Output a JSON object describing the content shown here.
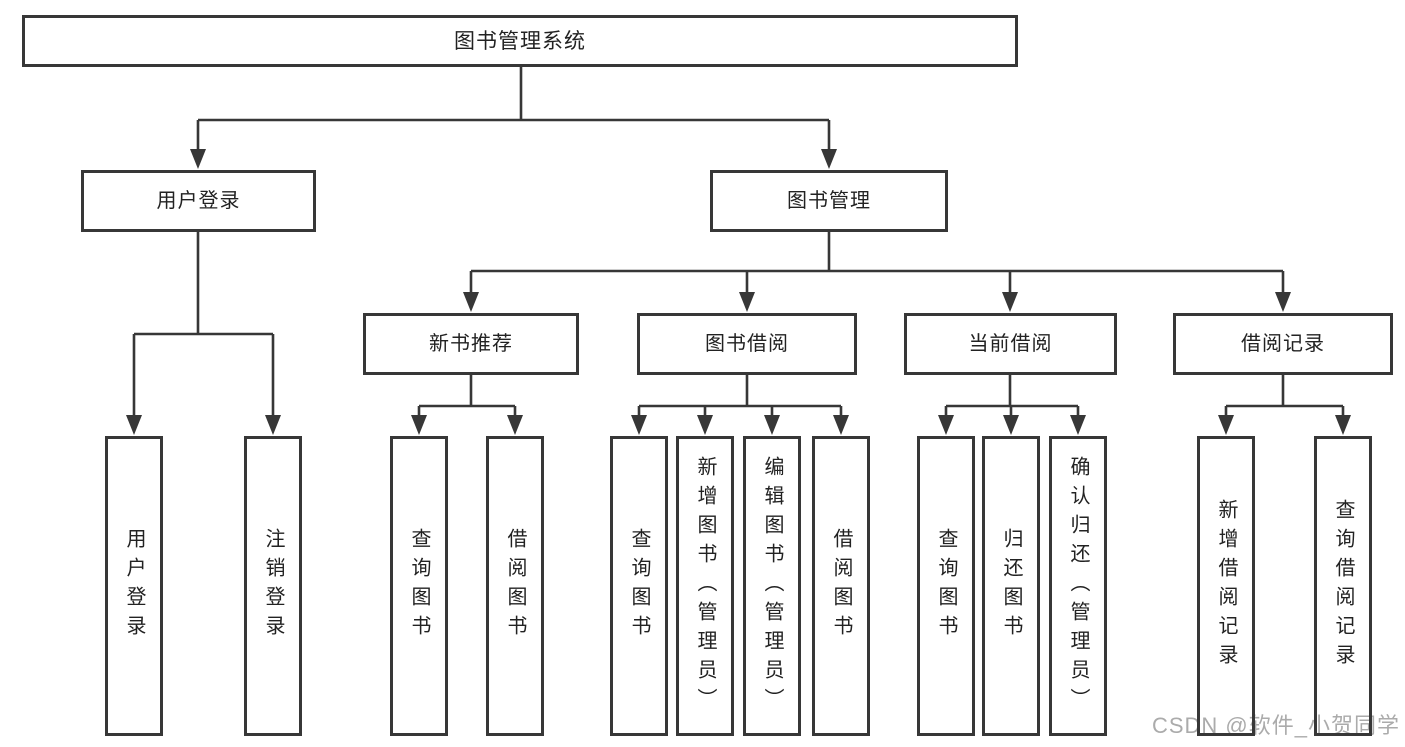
{
  "tree": {
    "root": {
      "label": "图书管理系统"
    },
    "branches": [
      {
        "label": "用户登录",
        "children": [
          {
            "label": "用户登录"
          },
          {
            "label": "注销登录"
          }
        ]
      },
      {
        "label": "图书管理",
        "children": [
          {
            "label": "新书推荐",
            "children": [
              {
                "label": "查询图书"
              },
              {
                "label": "借阅图书"
              }
            ]
          },
          {
            "label": "图书借阅",
            "children": [
              {
                "label": "查询图书"
              },
              {
                "label": "新增图书（管理员）"
              },
              {
                "label": "编辑图书（管理员）"
              },
              {
                "label": "借阅图书"
              }
            ]
          },
          {
            "label": "当前借阅",
            "children": [
              {
                "label": "查询图书"
              },
              {
                "label": "归还图书"
              },
              {
                "label": "确认归还（管理员）"
              }
            ]
          },
          {
            "label": "借阅记录",
            "children": [
              {
                "label": "新增借阅记录"
              },
              {
                "label": "查询借阅记录"
              }
            ]
          }
        ]
      }
    ]
  },
  "watermark": {
    "text": "CSDN @软件_小贺同学"
  },
  "colors": {
    "line": "#373737",
    "text": "#222222",
    "box_background": "#ffffff",
    "watermark": "#ababab"
  }
}
